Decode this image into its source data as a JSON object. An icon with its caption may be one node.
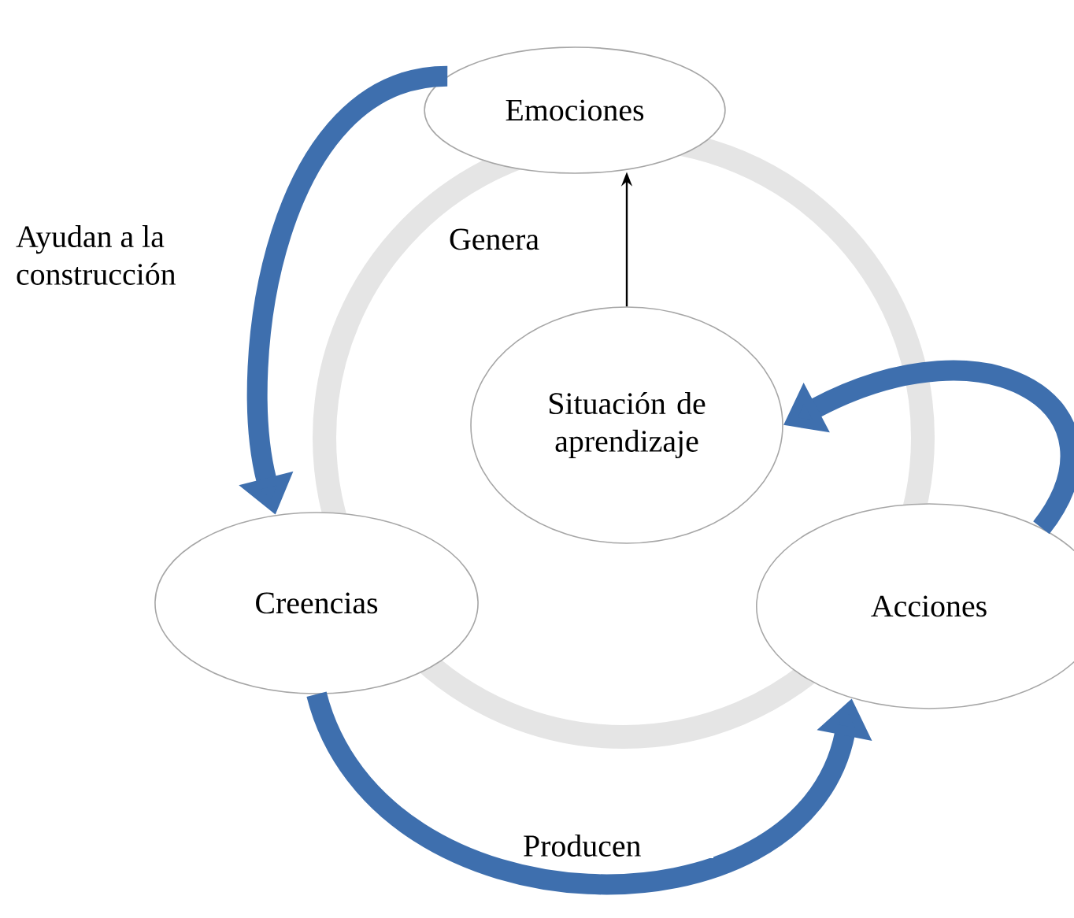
{
  "diagram": {
    "nodes": [
      {
        "text": [
          "Emociones"
        ]
      },
      {
        "text": [
          "Situación de aprendizaje"
        ]
      },
      {
        "text": [
          "Creencias"
        ]
      },
      {
        "text": [
          "Acciones"
        ]
      }
    ],
    "edges": [
      {
        "from": 0,
        "to": 2,
        "arrow": "to",
        "label": "Ayudan a la construcción"
      },
      {
        "from": 1,
        "to": 0,
        "arrow": "to",
        "label": "Genera",
        "color": "#000000"
      },
      {
        "from": 2,
        "to": 3,
        "arrow": "to",
        "label": "Producen"
      },
      {
        "from": 3,
        "to": 1,
        "arrow": "to"
      }
    ]
  }
}
